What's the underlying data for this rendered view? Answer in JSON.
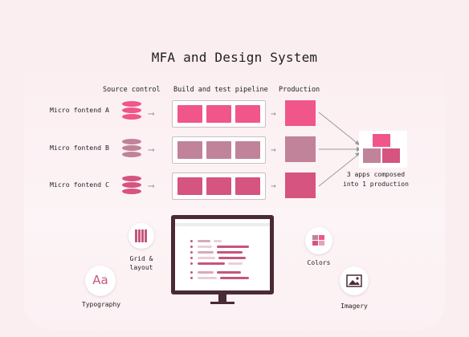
{
  "title": "MFA and Design System",
  "columns": {
    "source": "Source control",
    "pipeline": "Build and test pipeline",
    "production": "Production"
  },
  "rows": [
    {
      "label": "Micro fontend A",
      "color": "#f0568a"
    },
    {
      "label": "Micro fontend B",
      "color": "#c08399"
    },
    {
      "label": "Micro fontend C",
      "color": "#d55480"
    }
  ],
  "composed": {
    "line1": "3 apps composed",
    "line2": "into 1 production"
  },
  "design_system": {
    "grid": {
      "line1": "Grid &",
      "line2": "layout",
      "icon": "grid-icon"
    },
    "typography": {
      "label": "Typography",
      "glyph": "Aa",
      "icon": "typography-icon"
    },
    "colors": {
      "label": "Colors",
      "icon": "color-swatch-icon"
    },
    "imagery": {
      "label": "Imagery",
      "icon": "image-icon"
    }
  },
  "colors": {
    "pink": "#f0568a",
    "mauve": "#c08399",
    "rose": "#d55480",
    "monitor": "#4a2a36",
    "background": "#fbeef1"
  }
}
